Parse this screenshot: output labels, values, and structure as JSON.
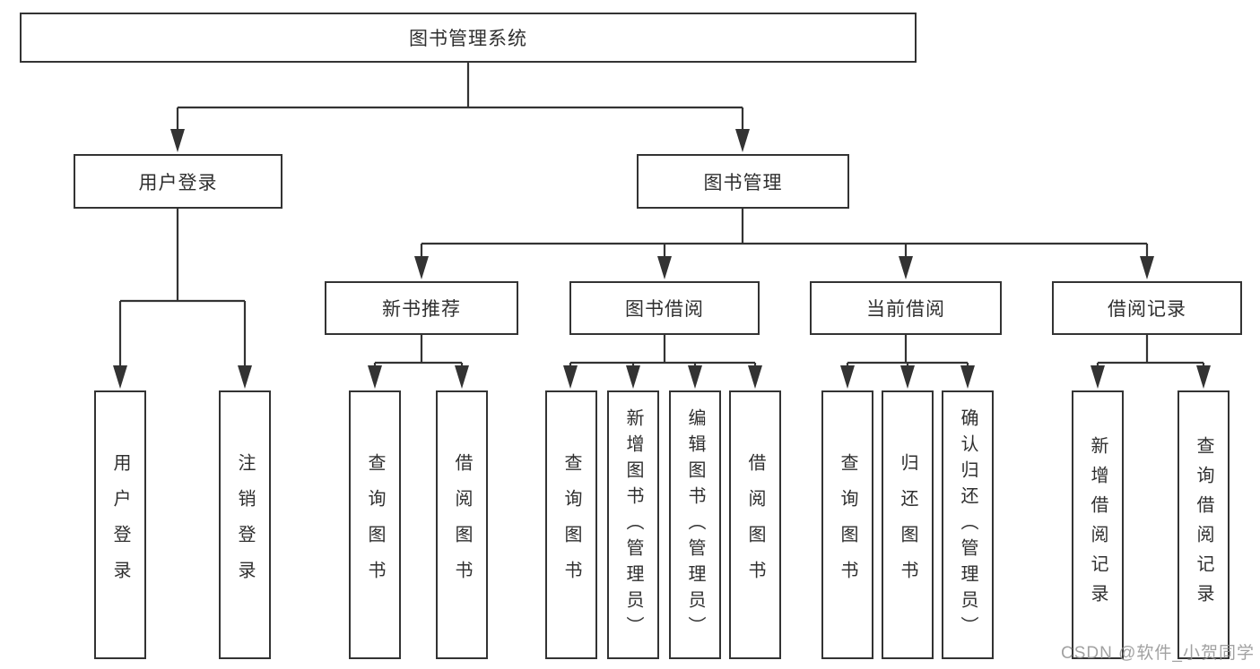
{
  "colors": {
    "line": "#333333",
    "box_border": "#333333",
    "text": "#2f2f2f",
    "background": "#ffffff",
    "watermark": "#919191"
  },
  "tree": {
    "root": {
      "label": "图书管理系统"
    },
    "branches": [
      {
        "label": "用户登录",
        "children": [
          {
            "label": "用户登录"
          },
          {
            "label": "注销登录"
          }
        ]
      },
      {
        "label": "图书管理",
        "children": [
          {
            "label": "新书推荐",
            "children": [
              {
                "label": "查询图书"
              },
              {
                "label": "借阅图书"
              }
            ]
          },
          {
            "label": "图书借阅",
            "children": [
              {
                "label": "查询图书"
              },
              {
                "label": "新增图书（管理员）"
              },
              {
                "label": "编辑图书（管理员）"
              },
              {
                "label": "借阅图书"
              }
            ]
          },
          {
            "label": "当前借阅",
            "children": [
              {
                "label": "查询图书"
              },
              {
                "label": "归还图书"
              },
              {
                "label": "确认归还（管理员）"
              }
            ]
          },
          {
            "label": "借阅记录",
            "children": [
              {
                "label": "新增借阅记录"
              },
              {
                "label": "查询借阅记录"
              }
            ]
          }
        ]
      }
    ]
  },
  "watermark": {
    "text": "CSDN @软件_小贺同学"
  }
}
